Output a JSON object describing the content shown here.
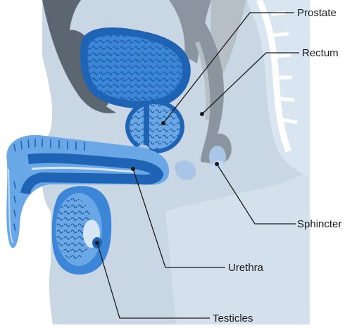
{
  "labels": {
    "prostate": "Prostate",
    "rectum": "Rectum",
    "sphincter": "Sphincter",
    "urethra": "Urethra",
    "testicles": "Testicles"
  },
  "colors": {
    "skin": "#c9d7e5",
    "skin_light": "#d9e5f0",
    "bone_dark": "#5b6670",
    "bone_mid": "#8a959f",
    "tissue_gray": "#b7bfc6",
    "blue_dark": "#1f63b5",
    "blue_mid": "#3b86d6",
    "blue_light": "#6aa7e6",
    "leader": "#1a1a1a"
  }
}
